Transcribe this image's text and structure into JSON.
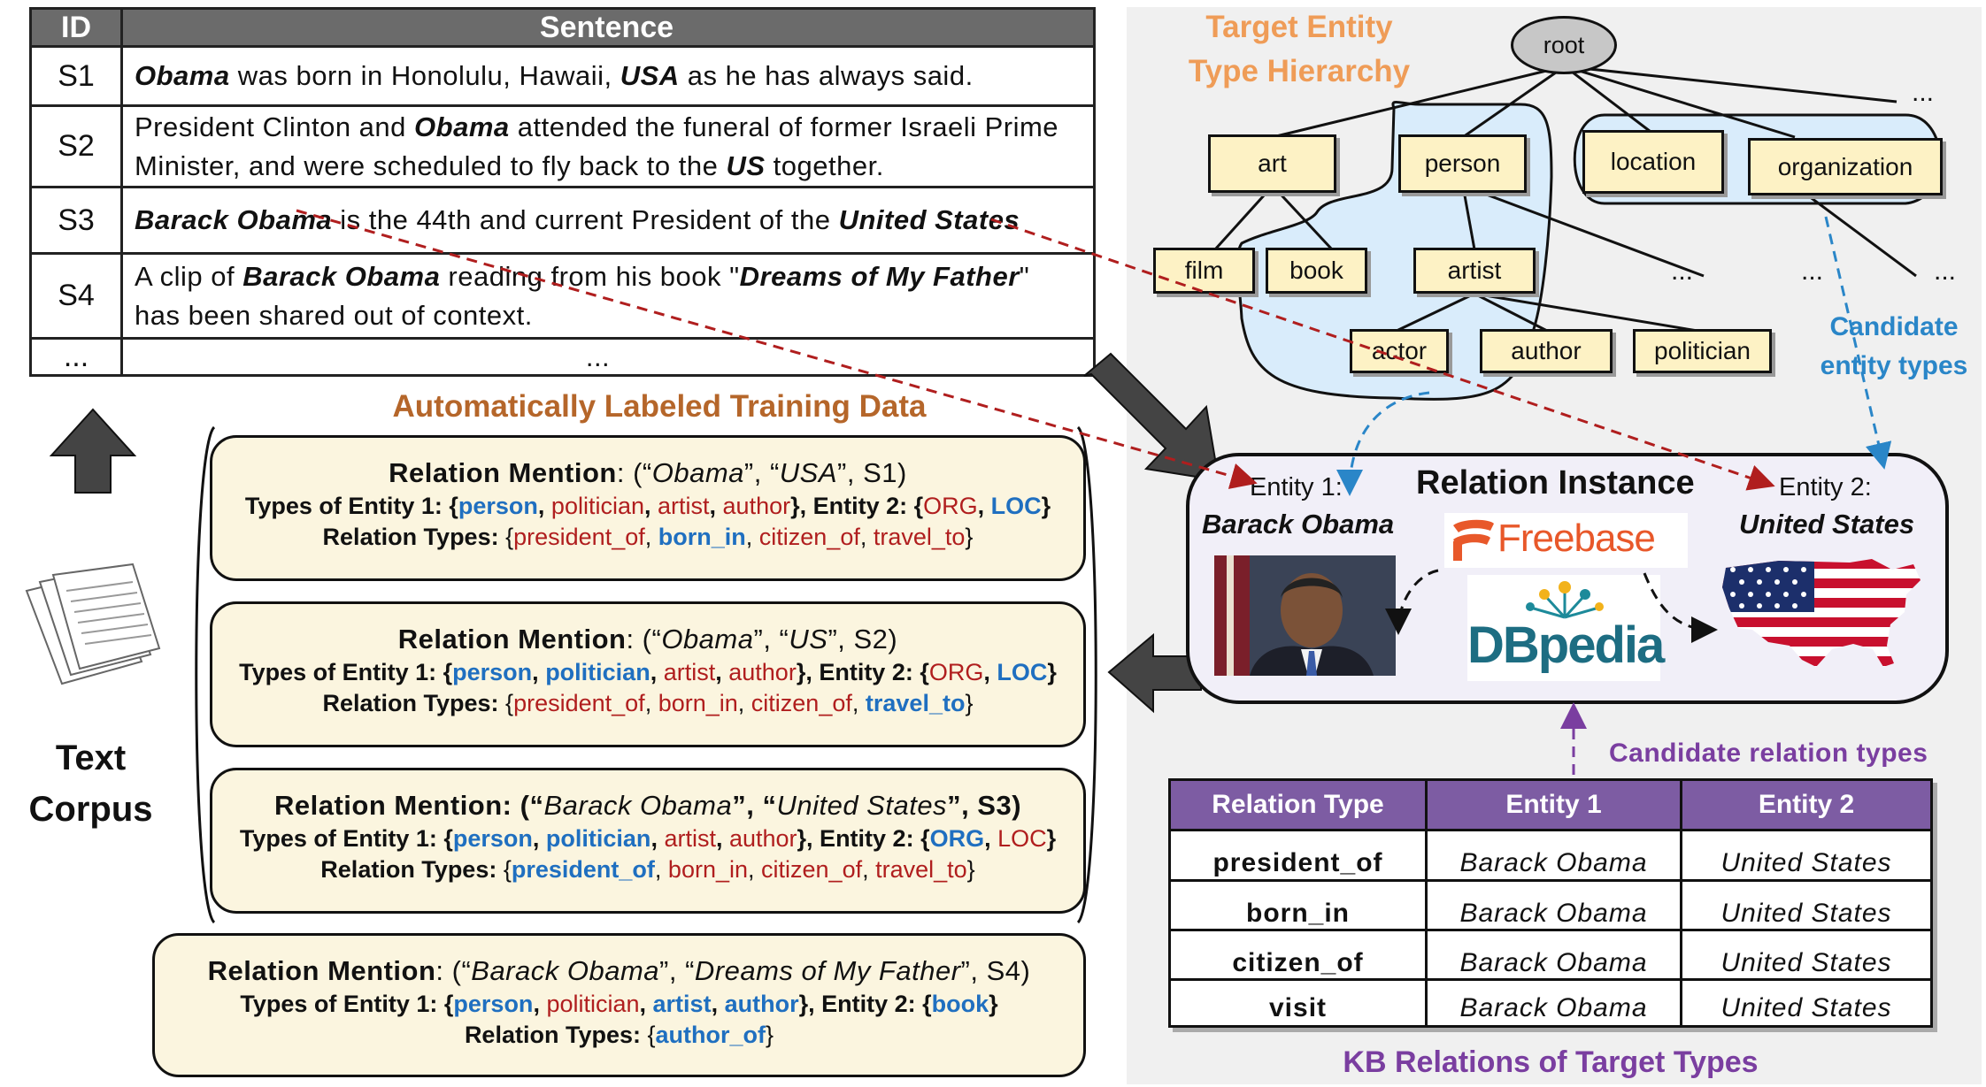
{
  "sentence_table": {
    "headers": {
      "id": "ID",
      "sentence": "Sentence"
    },
    "rows": [
      {
        "id": "S1",
        "segs": [
          [
            "Obama",
            true
          ],
          [
            " was born in Honolulu, Hawaii, ",
            false
          ],
          [
            "USA",
            true
          ],
          [
            " as he has always said.",
            false
          ]
        ]
      },
      {
        "id": "S2",
        "segs": [
          [
            "President Clinton and ",
            false
          ],
          [
            "Obama",
            true
          ],
          [
            " attended the funeral of former Israeli Prime Minister, and were scheduled to fly back to the ",
            false
          ],
          [
            "US",
            true
          ],
          [
            " together.",
            false
          ]
        ]
      },
      {
        "id": "S3",
        "segs": [
          [
            "Barack Obama",
            true
          ],
          [
            " is the 44th and current President of the ",
            false
          ],
          [
            "United States",
            true
          ]
        ]
      },
      {
        "id": "S4",
        "segs": [
          [
            "A clip of ",
            false
          ],
          [
            "Barack Obama",
            true
          ],
          [
            " reading from his book \"",
            false
          ],
          [
            "Dreams of My Father",
            true
          ],
          [
            "\" has been shared out of context.",
            false
          ]
        ]
      },
      {
        "id": "...",
        "segs": [
          [
            "...",
            false
          ]
        ]
      }
    ]
  },
  "text_corpus_label": [
    "Text",
    "Corpus"
  ],
  "training_title": "Automatically Labeled Training Data",
  "mentions": [
    {
      "head": [
        [
          "Relation Mention",
          false,
          false
        ],
        [
          ": (“",
          false,
          false
        ],
        [
          "Obama",
          false,
          true
        ],
        [
          "”, “",
          false,
          false
        ],
        [
          "USA",
          false,
          true
        ],
        [
          "”,  S1)",
          false,
          false
        ]
      ],
      "e1_label": "Types of Entity 1: {",
      "e1": [
        [
          "person",
          "blu"
        ],
        [
          ", ",
          ""
        ],
        [
          "politician",
          "red"
        ],
        [
          ", ",
          ""
        ],
        [
          "artist",
          "red"
        ],
        [
          ", ",
          ""
        ],
        [
          "author",
          "red"
        ]
      ],
      "e2_label": "},  Entity 2: {",
      "e2": [
        [
          "ORG",
          "red"
        ],
        [
          ", ",
          ""
        ],
        [
          "LOC",
          "blu"
        ]
      ],
      "rel_label": "Relation Types: {",
      "rels": [
        [
          "president_of",
          "red"
        ],
        [
          ", ",
          ""
        ],
        [
          "born_in",
          "blu"
        ],
        [
          ", ",
          ""
        ],
        [
          "citizen_of",
          "red"
        ],
        [
          ", ",
          ""
        ],
        [
          "travel_to",
          "red"
        ]
      ]
    },
    {
      "head": [
        [
          "Relation Mention",
          false,
          false
        ],
        [
          ": (“",
          false,
          false
        ],
        [
          "Obama",
          false,
          true
        ],
        [
          "”, “",
          false,
          false
        ],
        [
          "US",
          false,
          true
        ],
        [
          "”,  S2)",
          false,
          false
        ]
      ],
      "e1_label": "Types of Entity 1: {",
      "e1": [
        [
          "person",
          "blu"
        ],
        [
          ", ",
          ""
        ],
        [
          "politician",
          "blu"
        ],
        [
          ", ",
          ""
        ],
        [
          "artist",
          "red"
        ],
        [
          ", ",
          ""
        ],
        [
          "author",
          "red"
        ]
      ],
      "e2_label": "},  Entity 2: {",
      "e2": [
        [
          "ORG",
          "red"
        ],
        [
          ", ",
          ""
        ],
        [
          "LOC",
          "blu"
        ]
      ],
      "rel_label": "Relation Types: {",
      "rels": [
        [
          "president_of",
          "red"
        ],
        [
          ", ",
          ""
        ],
        [
          "born_in",
          "red"
        ],
        [
          ", ",
          ""
        ],
        [
          "citizen_of",
          "red"
        ],
        [
          ", ",
          ""
        ],
        [
          "travel_to",
          "blu"
        ]
      ]
    },
    {
      "head": [
        [
          "Relation Mention: (“",
          true,
          false
        ],
        [
          "Barack Obama",
          false,
          true
        ],
        [
          "”, “",
          true,
          false
        ],
        [
          "United States",
          false,
          true
        ],
        [
          "”,  S3)",
          true,
          false
        ]
      ],
      "e1_label": "Types of Entity 1: {",
      "e1": [
        [
          "person",
          "blu"
        ],
        [
          ", ",
          ""
        ],
        [
          "politician",
          "blu"
        ],
        [
          ", ",
          ""
        ],
        [
          "artist",
          "red"
        ],
        [
          ", ",
          ""
        ],
        [
          "author",
          "red"
        ]
      ],
      "e2_label": "},  Entity 2: {",
      "e2": [
        [
          "ORG",
          "blu"
        ],
        [
          ", ",
          ""
        ],
        [
          "LOC",
          "red"
        ]
      ],
      "rel_label": "Relation Types: {",
      "rels": [
        [
          "president_of",
          "blu"
        ],
        [
          ", ",
          ""
        ],
        [
          "born_in",
          "red"
        ],
        [
          ", ",
          ""
        ],
        [
          "citizen_of",
          "red"
        ],
        [
          ", ",
          ""
        ],
        [
          "travel_to",
          "red"
        ]
      ]
    },
    {
      "head": [
        [
          "Relation Mention",
          false,
          false
        ],
        [
          ": (“",
          false,
          false
        ],
        [
          "Barack Obama",
          false,
          true
        ],
        [
          "”, “",
          false,
          false
        ],
        [
          "Dreams of My Father",
          false,
          true
        ],
        [
          "”,  S4)",
          false,
          false
        ]
      ],
      "e1_label": "Types of Entity 1: {",
      "e1": [
        [
          "person",
          "blu"
        ],
        [
          ", ",
          ""
        ],
        [
          "politician",
          "red"
        ],
        [
          ", ",
          ""
        ],
        [
          "artist",
          "blu"
        ],
        [
          ", ",
          ""
        ],
        [
          "author",
          "blu"
        ]
      ],
      "e2_label": "},  Entity 2: {",
      "e2": [
        [
          "book",
          "blu"
        ]
      ],
      "rel_label": "Relation Types: {",
      "rels": [
        [
          "author_of",
          "blu"
        ]
      ]
    }
  ],
  "hierarchy": {
    "title_line1": "Target Entity",
    "title_line2": "Type Hierarchy",
    "root": "root",
    "nodes": {
      "art": "art",
      "person": "person",
      "location": "location",
      "organization": "organization",
      "film": "film",
      "book": "book",
      "artist": "artist",
      "actor": "actor",
      "author": "author",
      "politician": "politician"
    },
    "ellipsis": "..."
  },
  "candidate_entity_types": [
    "Candidate",
    "entity types"
  ],
  "relation_instance": {
    "title": "Relation Instance",
    "entity1_label": "Entity 1:",
    "entity1_name": "Barack Obama",
    "entity2_label": "Entity 2:",
    "entity2_name": "United States",
    "logo1": "Freebase",
    "logo2": "DBpedia"
  },
  "candidate_relation_types": "Candidate relation types",
  "kb_table": {
    "headers": [
      "Relation Type",
      "Entity 1",
      "Entity 2"
    ],
    "rows": [
      [
        "president_of",
        "Barack Obama",
        "United States"
      ],
      [
        "born_in",
        "Barack Obama",
        "United States"
      ],
      [
        "citizen_of",
        "Barack Obama",
        "United States"
      ],
      [
        "visit",
        "Barack Obama",
        "United States"
      ]
    ],
    "title": "KB Relations of Target Types"
  },
  "colors": {
    "orange": "#ef9c57",
    "blue": "#1f6fc0",
    "red": "#b01e1e",
    "purple": "#7a3ea0",
    "header_purple": "#7d5ca3"
  }
}
